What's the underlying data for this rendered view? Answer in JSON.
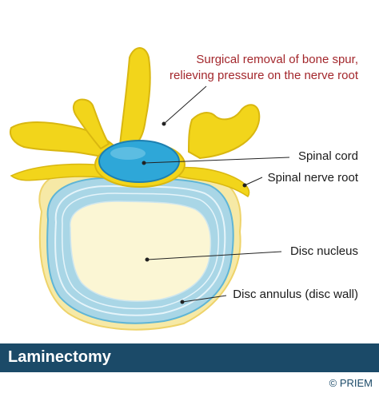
{
  "diagram": {
    "labels": {
      "surgical_line1": "Surgical removal of bone spur,",
      "surgical_line2": "relieving pressure on the nerve root",
      "spinal_cord": "Spinal cord",
      "spinal_nerve_root": "Spinal nerve root",
      "disc_nucleus": "Disc nucleus",
      "disc_annulus": "Disc annulus (disc wall)"
    }
  },
  "footer": {
    "title": "Laminectomy",
    "copyright": "© PRIEM"
  },
  "colors": {
    "accent_red": "#a3272c",
    "bone_yellow": "#f2d51b",
    "cord_blue": "#2ea7d8",
    "annulus_blue": "#a9d6e6",
    "nucleus_cream": "#fbf6d4",
    "footer_bg": "#1b4a68"
  }
}
